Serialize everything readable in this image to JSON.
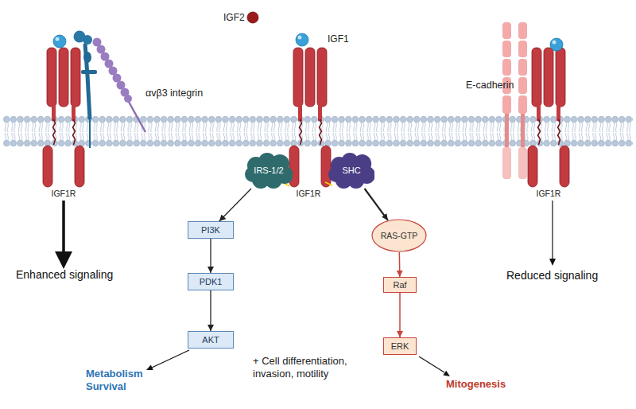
{
  "diagram": {
    "nodes": [
      {
        "text": [
          "IRS-1/2"
        ]
      },
      {
        "text": [
          "SHC"
        ]
      },
      {
        "text": [
          "PI3K"
        ]
      },
      {
        "text": [
          "PDK1"
        ]
      },
      {
        "text": [
          "AKT"
        ]
      },
      {
        "text": [
          "RAS-GTP"
        ]
      },
      {
        "text": [
          "Raf"
        ]
      },
      {
        "text": [
          "ERK"
        ]
      }
    ],
    "edges": [
      {
        "from": 0,
        "to": 2,
        "arrow": "to"
      },
      {
        "from": 1,
        "to": 5,
        "arrow": "to"
      },
      {
        "from": 2,
        "to": 3,
        "arrow": "to"
      },
      {
        "from": 3,
        "to": 4,
        "arrow": "to"
      },
      {
        "from": 5,
        "to": 6,
        "arrow": "to"
      },
      {
        "from": 6,
        "to": 7,
        "arrow": "to"
      }
    ],
    "labels": [
      "IGF2",
      "IGF1",
      "αvβ3 integrin",
      "E-cadherin",
      "IGF1R",
      "IGF1R",
      "IGF1R",
      "Enhanced signaling",
      "Reduced signaling",
      "Metabolism Survival",
      "+ Cell differentiation, invasion, motility",
      "Mitogenesis"
    ]
  }
}
